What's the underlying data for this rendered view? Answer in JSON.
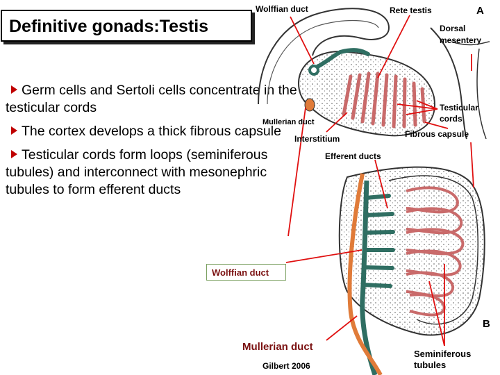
{
  "title": "Definitive gonads:Testis",
  "bullets": [
    "Germ cells and Sertoli cells concentrate in the testicular cords",
    "The cortex develops a thick fibrous capsule",
    "Testicular cords form loops (seminiferous tubules) and interconnect with mesonephric tubules to form efferent ducts"
  ],
  "labels": {
    "wolffian_duct_top": "Wolffian duct",
    "rete_testis": "Rete  testis",
    "panel_a": "A",
    "dorsal_mesentery": "Dorsal mesentery",
    "testicular_cords": "Testicular cords",
    "fibrous_capsule": "Fibrous capsule",
    "mullerian_duct_top": "Mullerian duct",
    "interstitium": "Interstitium",
    "efferent_ducts": "Efferent ducts",
    "wolffian_duct_box": "Wolffian duct",
    "panel_b": "B",
    "mullerian_duct_bottom": "Mullerian duct",
    "citation": "Gilbert 2006",
    "seminiferous_tubules": "Seminiferous tubules"
  },
  "colors": {
    "bullet_arrow": "#c00000",
    "wolffian_duct": "#2f6e62",
    "mullerian_duct": "#e07b39",
    "cords": "#c96a6a",
    "pointer": "#e01010",
    "label_dark_red": "#7a1010"
  }
}
